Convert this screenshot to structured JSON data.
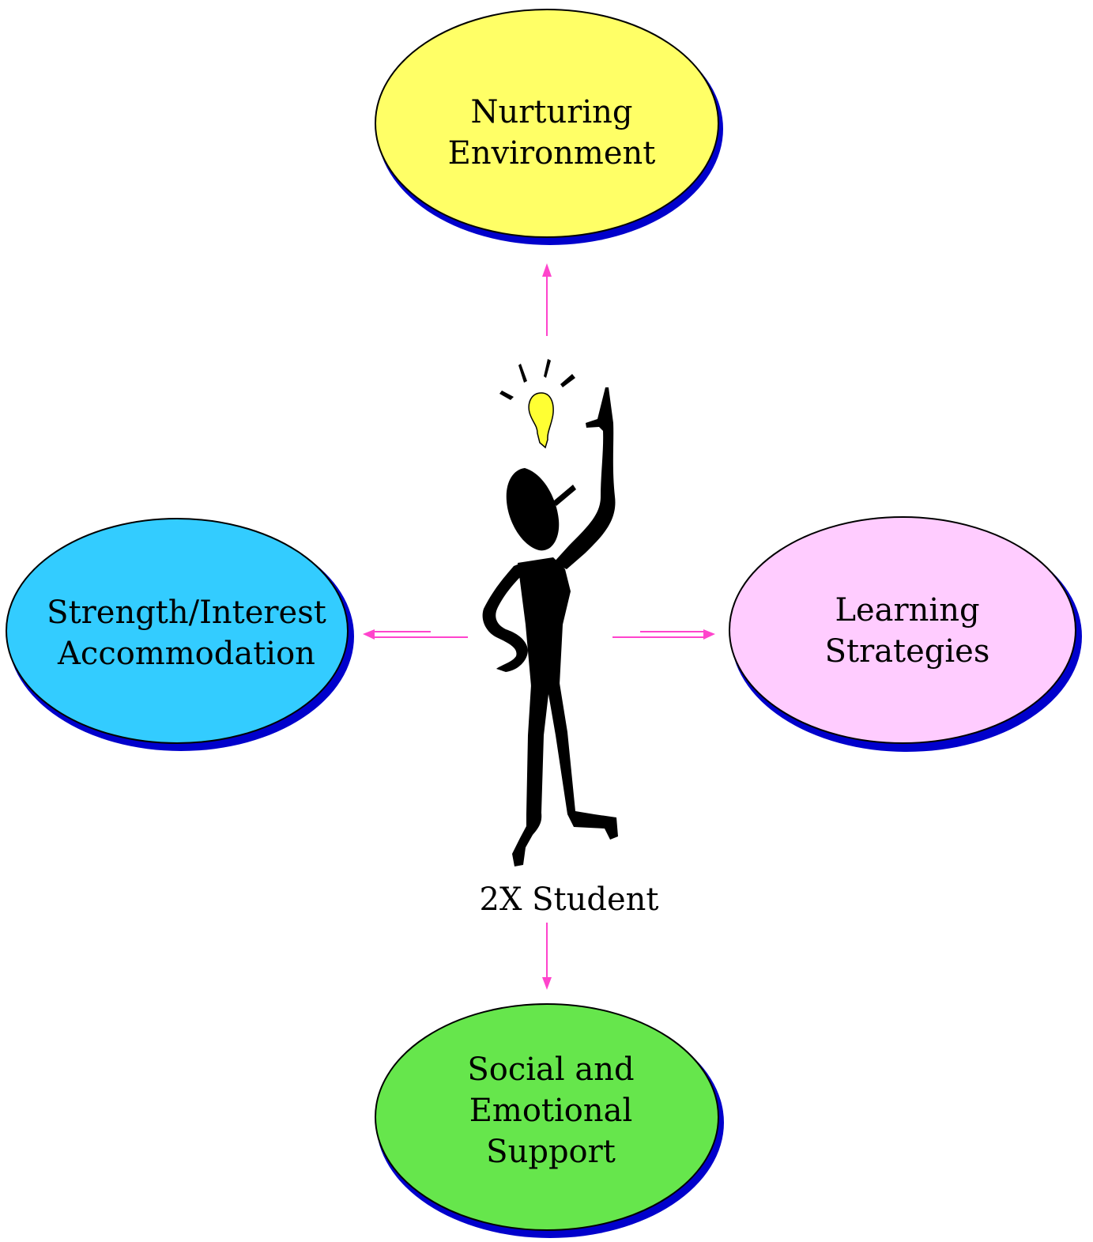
{
  "diagram": {
    "center": {
      "label": "2X Student"
    },
    "nodes": [
      {
        "id": "top",
        "label": "Nurturing\nEnvironment",
        "fill": "#ffff66",
        "shadow": "#0000cc"
      },
      {
        "id": "left",
        "label": "Strength/Interest\nAccommodation",
        "fill": "#33ccff",
        "shadow": "#0000cc"
      },
      {
        "id": "right",
        "label": "Learning Strategies",
        "fill": "#ffccff",
        "shadow": "#0000cc"
      },
      {
        "id": "bottom",
        "label": "Social and\nEmotional\nSupport",
        "fill": "#66e64c",
        "shadow": "#0000cc"
      }
    ],
    "arrow_color": "#ff44cc",
    "figure_color": "#000000",
    "bulb_color": "#ffff33"
  }
}
